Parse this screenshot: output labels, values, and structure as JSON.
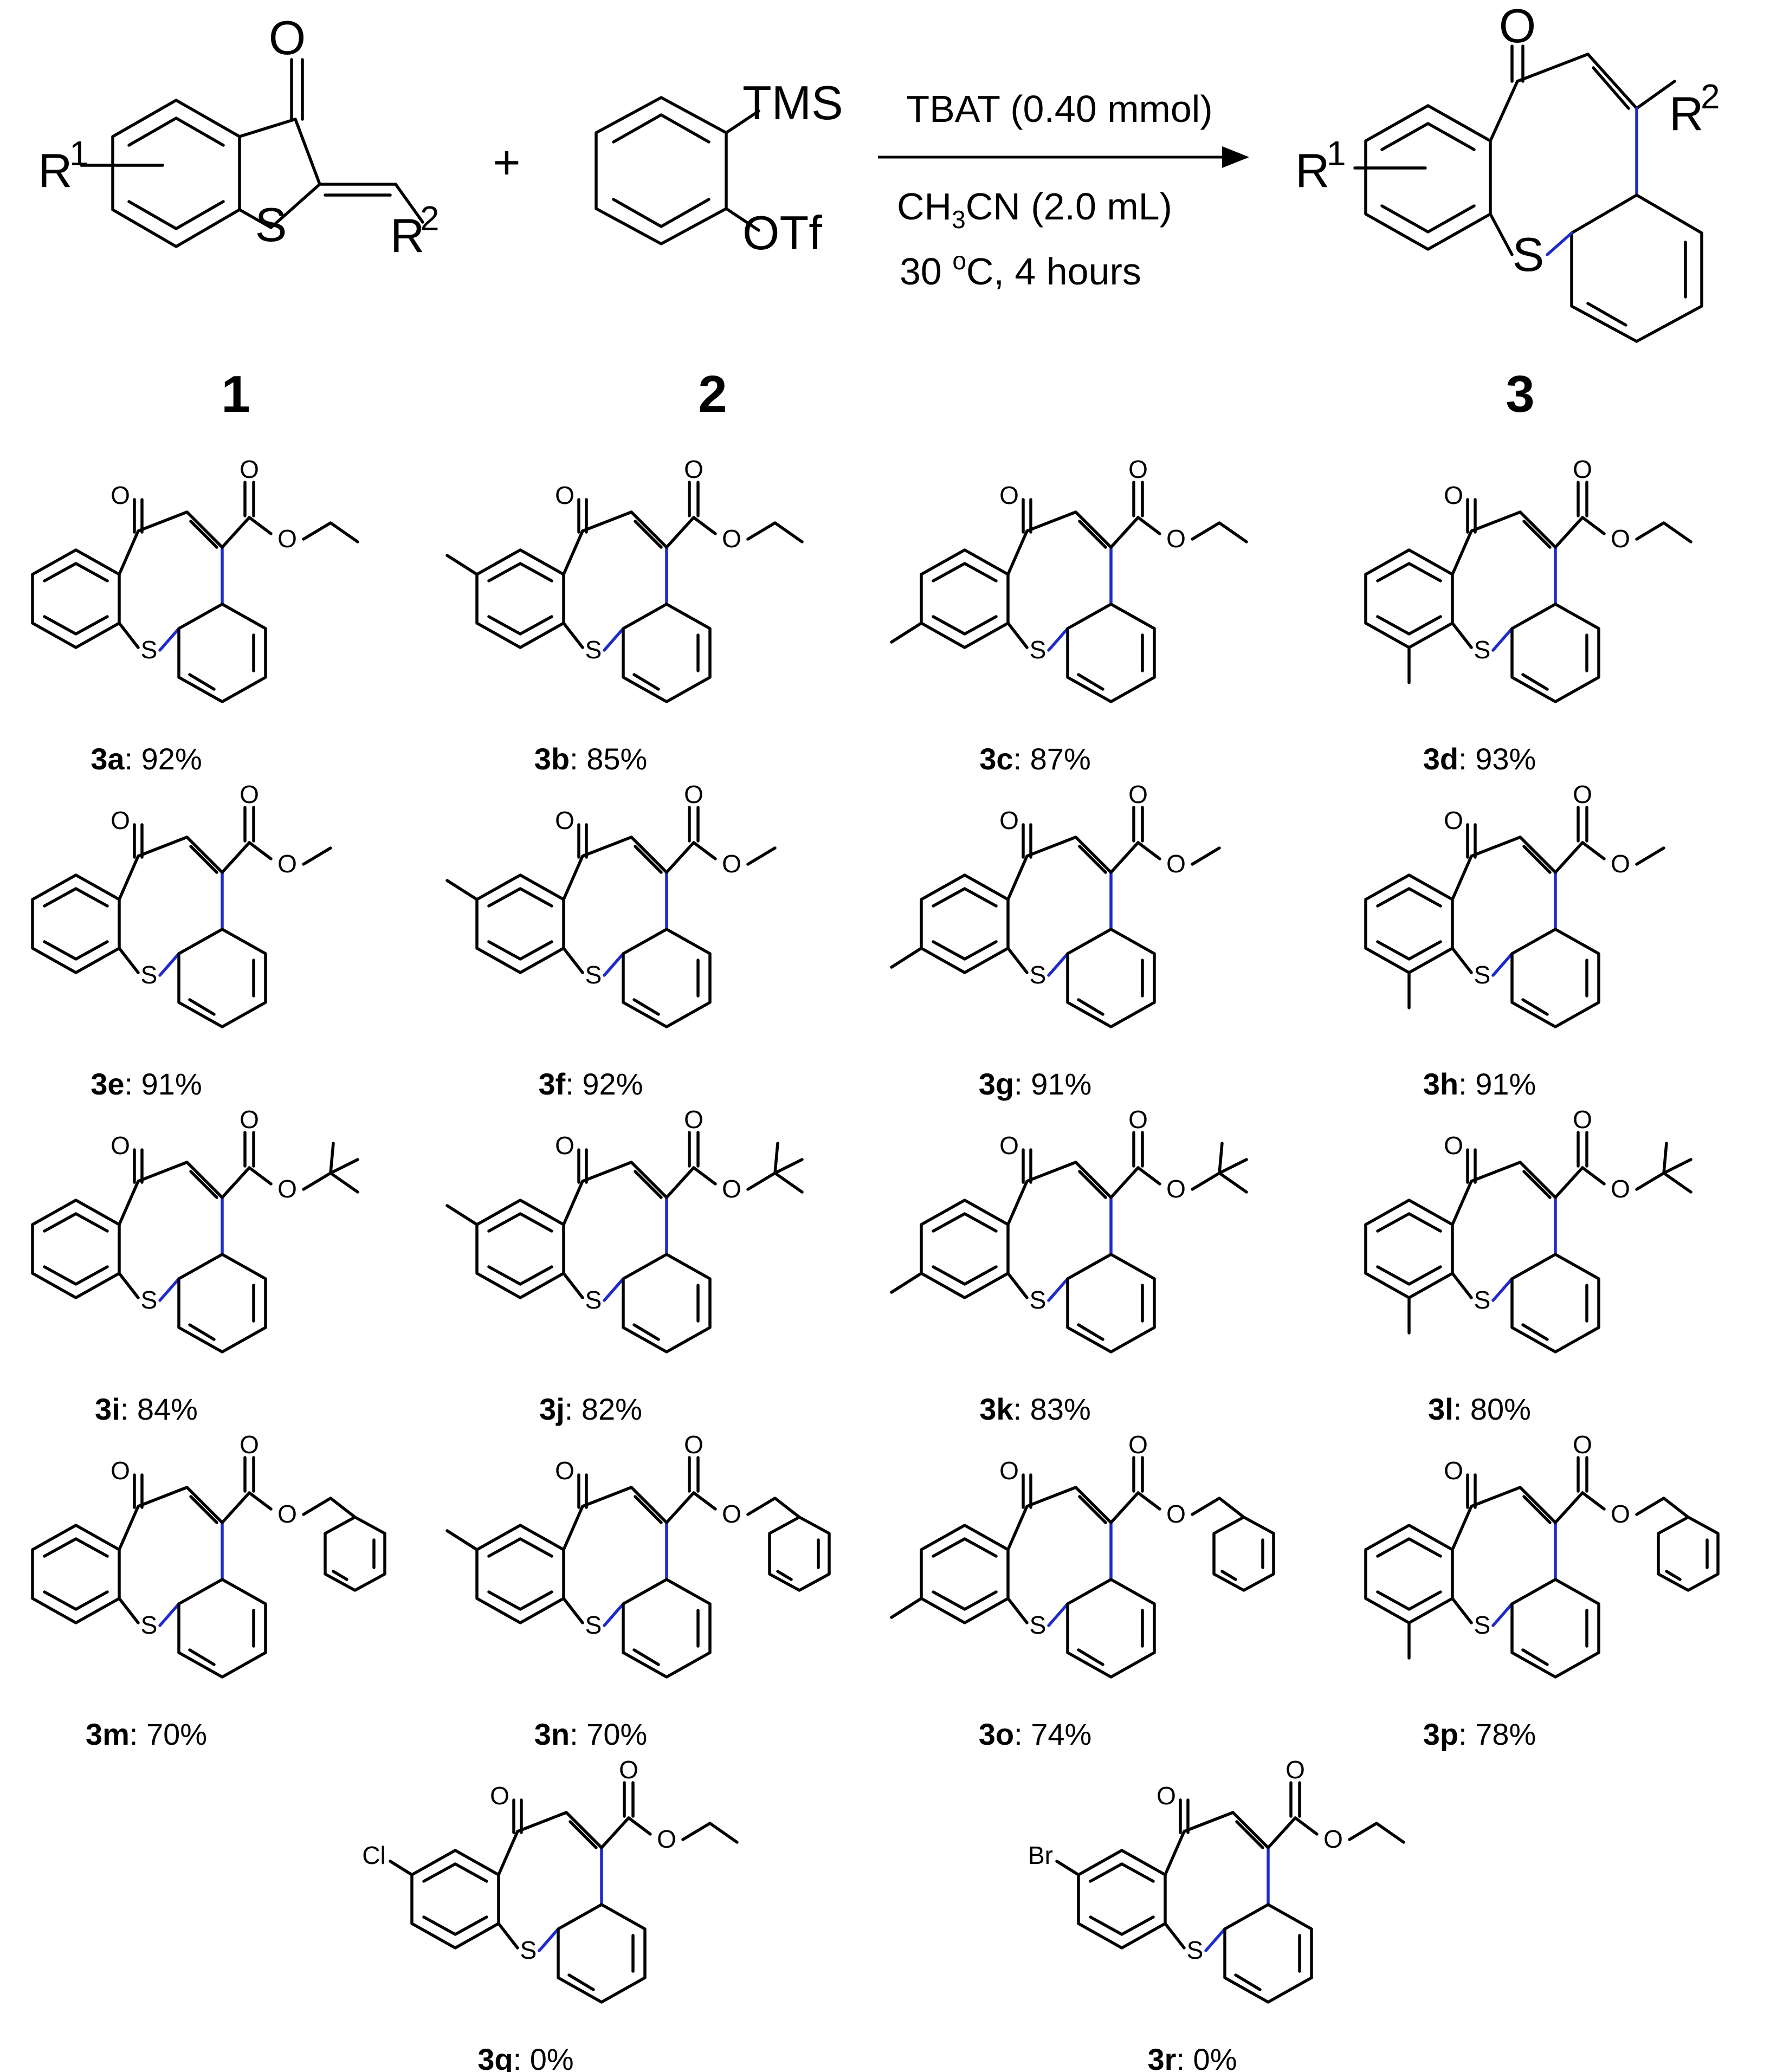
{
  "reaction": {
    "reagent_line": "TBAT (0.40 mmol)",
    "solvent_line_prefix": "CH",
    "solvent_line_sub": "3",
    "solvent_line_suffix": "CN (2.0 mL)",
    "conditions_line_prefix": "30 ",
    "conditions_line_sup": "o",
    "conditions_line_suffix": "C, 4 hours",
    "plus": "+",
    "compound_numbers": [
      "1",
      "2",
      "3"
    ]
  },
  "labels": {
    "R": "R",
    "sup1": "1",
    "sup2": "2",
    "O": "O",
    "S": "S",
    "TMS": "TMS",
    "OTf": "OTf",
    "Cl": "Cl",
    "Br": "Br"
  },
  "products": [
    {
      "id": "3a",
      "yield": ": 92%",
      "ester": "ethyl",
      "methyl": "none"
    },
    {
      "id": "3b",
      "yield": ": 85%",
      "ester": "ethyl",
      "methyl": "para"
    },
    {
      "id": "3c",
      "yield": ": 87%",
      "ester": "ethyl",
      "methyl": "meta"
    },
    {
      "id": "3d",
      "yield": ": 93%",
      "ester": "ethyl",
      "methyl": "ortho"
    },
    {
      "id": "3e",
      "yield": ": 91%",
      "ester": "methyl",
      "methyl": "none"
    },
    {
      "id": "3f",
      "yield": ": 92%",
      "ester": "methyl",
      "methyl": "para"
    },
    {
      "id": "3g",
      "yield": ": 91%",
      "ester": "methyl",
      "methyl": "meta"
    },
    {
      "id": "3h",
      "yield": ": 91%",
      "ester": "methyl",
      "methyl": "ortho"
    },
    {
      "id": "3i",
      "yield": ": 84%",
      "ester": "tert-butyl",
      "methyl": "none"
    },
    {
      "id": "3j",
      "yield": ": 82%",
      "ester": "tert-butyl",
      "methyl": "para"
    },
    {
      "id": "3k",
      "yield": ": 83%",
      "ester": "tert-butyl",
      "methyl": "meta"
    },
    {
      "id": "3l",
      "yield": ": 80%",
      "ester": "tert-butyl",
      "methyl": "ortho"
    },
    {
      "id": "3m",
      "yield": ": 70%",
      "ester": "benzyl",
      "methyl": "none"
    },
    {
      "id": "3n",
      "yield": ": 70%",
      "ester": "benzyl",
      "methyl": "para"
    },
    {
      "id": "3o",
      "yield": ": 74%",
      "ester": "benzyl",
      "methyl": "meta"
    },
    {
      "id": "3p",
      "yield": ": 78%",
      "ester": "benzyl",
      "methyl": "ortho"
    },
    {
      "id": "3q",
      "yield": ": 0%",
      "ester": "ethyl",
      "methyl": "none",
      "halogen": "Cl"
    },
    {
      "id": "3r",
      "yield": ": 0%",
      "ester": "ethyl",
      "methyl": "none",
      "halogen": "Br"
    }
  ],
  "colors": {
    "bond": "#000000",
    "new_bond": "#1f2acc"
  }
}
